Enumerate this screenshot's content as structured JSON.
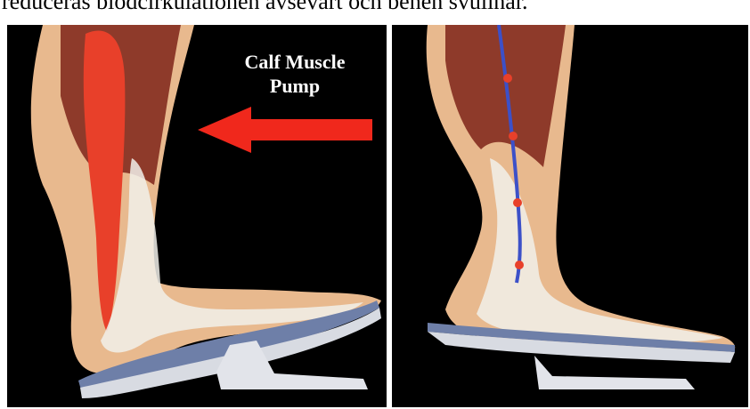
{
  "caption": "reduceras blodcirkulationen avsevärt och benen svullnar.",
  "left_panel": {
    "label_line1": "Calf Muscle",
    "label_line2": "Pump",
    "arrow_color": "#f0281c"
  },
  "colors": {
    "background": "#000000",
    "skin": "#e8b98e",
    "muscle": "#8e3a2a",
    "highlight_muscle": "#e8402a",
    "tendon": "#f1f0ea",
    "platform": "#6e7fa8"
  }
}
